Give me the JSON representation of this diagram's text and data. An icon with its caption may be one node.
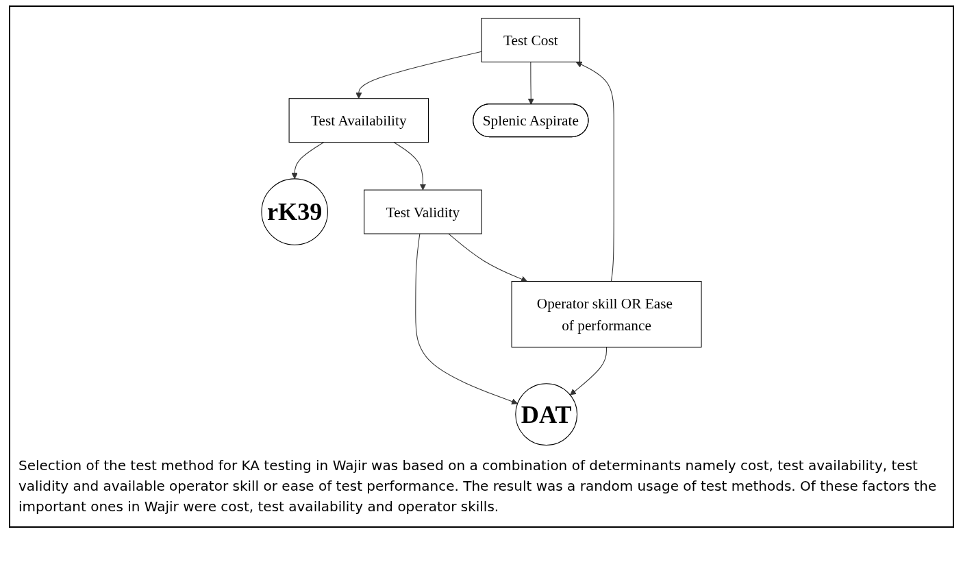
{
  "diagram": {
    "caption": "Selection of the test method for KA testing in Wajir was based on a combination of determinants namely cost, test availability, test validity and available operator skill or ease of test performance. The result was a random usage of test methods. Of these factors the important ones in Wajir were cost, test availability and operator skills.",
    "nodes": [
      {
        "text": [
          "Test Cost"
        ]
      },
      {
        "text": [
          "Splenic Aspirate"
        ]
      },
      {
        "text": [
          "Operator skill OR Ease of performance"
        ]
      },
      {
        "text": [
          "DAT"
        ]
      },
      {
        "text": [
          "rK39"
        ]
      },
      {
        "text": [
          "Test Availability"
        ]
      },
      {
        "text": [
          "Test Validity"
        ]
      }
    ],
    "edges": [
      {
        "from": 2,
        "to": 0,
        "arrow": "to"
      },
      {
        "from": 0,
        "to": 5,
        "arrow": "to"
      },
      {
        "from": 0,
        "to": 1,
        "arrow": "to"
      },
      {
        "from": 2,
        "to": 3,
        "arrow": "to"
      },
      {
        "from": 5,
        "to": 4,
        "arrow": "to"
      },
      {
        "from": 5,
        "to": 6,
        "arrow": "to"
      },
      {
        "from": 6,
        "to": 3,
        "arrow": "to"
      },
      {
        "from": 6,
        "to": 2,
        "arrow": "to"
      }
    ]
  }
}
